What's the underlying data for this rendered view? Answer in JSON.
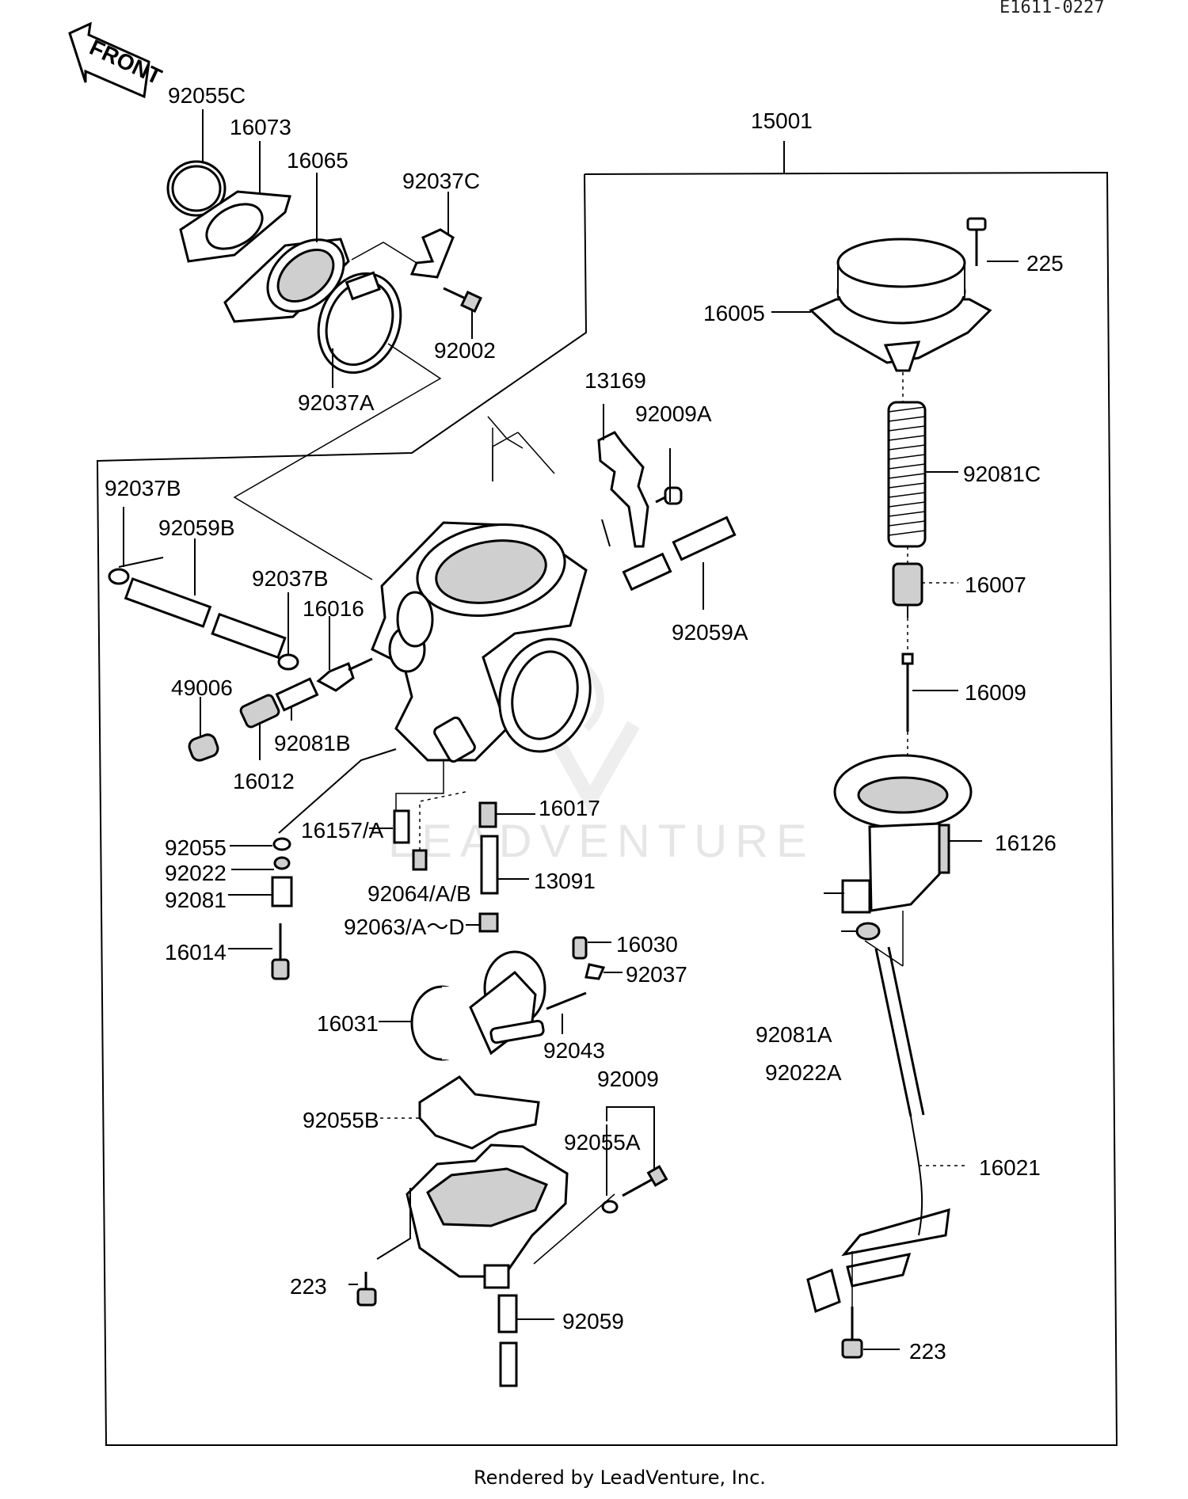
{
  "drawing_code": "E1611-0227",
  "front_arrow_label": "FRONT",
  "labels": {
    "92055C": "92055C",
    "16073": "16073",
    "16065": "16065",
    "92037C": "92037C",
    "15001": "15001",
    "225": "225",
    "16005": "16005",
    "92002": "92002",
    "92037A": "92037A",
    "13169": "13169",
    "92009A": "92009A",
    "92081C": "92081C",
    "92037B_1": "92037B",
    "92059B": "92059B",
    "92037B_2": "92037B",
    "16016": "16016",
    "16007": "16007",
    "92059A": "92059A",
    "49006": "49006",
    "16009": "16009",
    "92081B": "92081B",
    "16012": "16012",
    "16017": "16017",
    "16157": "16157/A",
    "16126": "16126",
    "92055": "92055",
    "92022": "92022",
    "92064": "92064/A/B",
    "13091": "13091",
    "92081": "92081",
    "92063": "92063/A～D",
    "16030": "16030",
    "16014": "16014",
    "92037": "92037",
    "16031": "16031",
    "92043": "92043",
    "92081A": "92081A",
    "92022A": "92022A",
    "92009": "92009",
    "92055B": "92055B",
    "92055A": "92055A",
    "16021": "16021",
    "223_1": "223",
    "92059": "92059",
    "223_2": "223"
  },
  "watermark": "LEADVENTURE",
  "credit": "Rendered by LeadVenture, Inc."
}
